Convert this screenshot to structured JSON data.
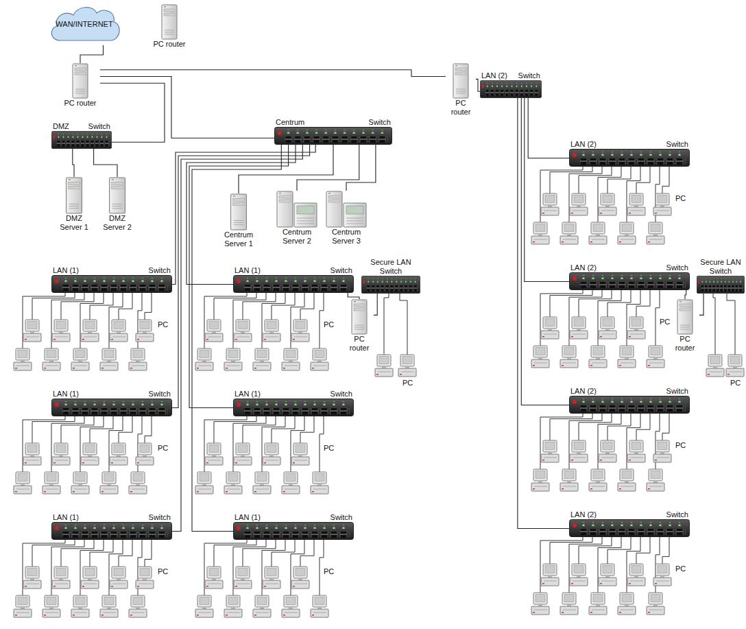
{
  "diagram": {
    "nodes": [
      {
        "text": [
          "WAN/INTERNET"
        ]
      },
      {
        "text": [
          "PC router"
        ]
      },
      {
        "text": [
          "PC router"
        ]
      },
      {
        "text": [
          "DMZ",
          "Switch"
        ]
      },
      {
        "text": [
          "DMZ Server 1"
        ]
      },
      {
        "text": [
          "DMZ Server 2"
        ]
      },
      {
        "text": [
          "Centrum",
          "Switch"
        ]
      },
      {
        "text": [
          "Centrum Server 1"
        ]
      },
      {
        "text": [
          "Centrum Server 2"
        ]
      },
      {
        "text": [
          "Centrum Server 3"
        ]
      },
      {
        "text": [
          "PC router"
        ]
      },
      {
        "text": [
          "LAN (2)",
          "Switch"
        ]
      },
      {
        "text": [
          "LAN (1)",
          "Switch"
        ]
      },
      {
        "text": [
          "LAN (1)",
          "Switch"
        ]
      },
      {
        "text": [
          "Secure LAN Switch"
        ]
      },
      {
        "text": [
          "PC router"
        ]
      },
      {
        "text": [
          "LAN (1)",
          "Switch"
        ]
      },
      {
        "text": [
          "LAN (1)",
          "Switch"
        ]
      },
      {
        "text": [
          "LAN (1)",
          "Switch"
        ]
      },
      {
        "text": [
          "LAN (1)",
          "Switch"
        ]
      },
      {
        "text": [
          "LAN (2)",
          "Switch"
        ]
      },
      {
        "text": [
          "LAN (2)",
          "Switch"
        ]
      },
      {
        "text": [
          "Secure LAN Switch"
        ]
      },
      {
        "text": [
          "PC router"
        ]
      },
      {
        "text": [
          "LAN (2)",
          "Switch"
        ]
      },
      {
        "text": [
          "LAN (2)",
          "Switch"
        ]
      }
    ],
    "edges": [
      {
        "from": 0,
        "to": 2,
        "arrow": "none"
      },
      {
        "from": 2,
        "to": 3,
        "arrow": "none"
      },
      {
        "from": 2,
        "to": 6,
        "arrow": "none"
      },
      {
        "from": 2,
        "to": 10,
        "arrow": "none"
      },
      {
        "from": 3,
        "to": 4,
        "arrow": "none"
      },
      {
        "from": 3,
        "to": 5,
        "arrow": "none"
      },
      {
        "from": 6,
        "to": 7,
        "arrow": "none"
      },
      {
        "from": 6,
        "to": 8,
        "arrow": "none"
      },
      {
        "from": 6,
        "to": 9,
        "arrow": "none"
      },
      {
        "from": 6,
        "to": 12,
        "arrow": "none"
      },
      {
        "from": 6,
        "to": 16,
        "arrow": "none"
      },
      {
        "from": 6,
        "to": 18,
        "arrow": "none"
      },
      {
        "from": 6,
        "to": 13,
        "arrow": "none"
      },
      {
        "from": 6,
        "to": 17,
        "arrow": "none"
      },
      {
        "from": 6,
        "to": 19,
        "arrow": "none"
      },
      {
        "from": 13,
        "to": 15,
        "arrow": "none"
      },
      {
        "from": 15,
        "to": 14,
        "arrow": "none"
      },
      {
        "from": 10,
        "to": 11,
        "arrow": "none"
      },
      {
        "from": 11,
        "to": 20,
        "arrow": "none"
      },
      {
        "from": 11,
        "to": 21,
        "arrow": "none"
      },
      {
        "from": 11,
        "to": 24,
        "arrow": "none"
      },
      {
        "from": 11,
        "to": 25,
        "arrow": "none"
      },
      {
        "from": 21,
        "to": 23,
        "arrow": "none"
      },
      {
        "from": 23,
        "to": 22,
        "arrow": "none"
      }
    ],
    "labels": [
      "PC",
      "PC",
      "PC",
      "PC",
      "PC",
      "PC",
      "PC",
      "PC",
      "PC",
      "PC",
      "PC",
      "PC"
    ]
  }
}
